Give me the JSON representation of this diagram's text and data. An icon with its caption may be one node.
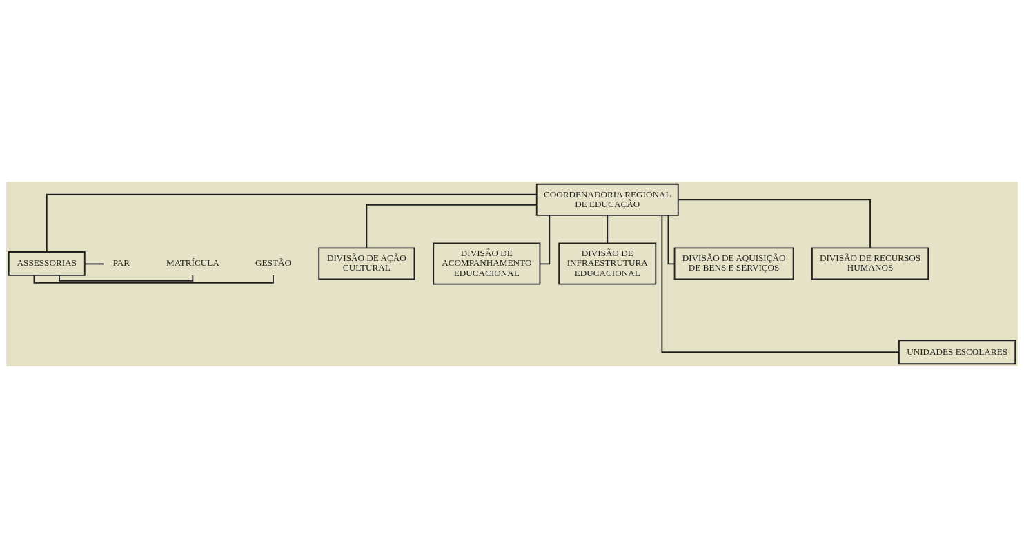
{
  "diagram": {
    "nodes": [
      {
        "text": [
          "COORDENADORIA REGIONAL DE EDUCAÇÃO"
        ]
      },
      {
        "text": [
          "ASSESSORIAS"
        ]
      },
      {
        "text": [
          "GESTÃO"
        ]
      },
      {
        "text": [
          "MATRÍCULA"
        ]
      },
      {
        "text": [
          "PAR"
        ]
      },
      {
        "text": [
          "DIVISÃO DE AÇÃO CULTURAL"
        ]
      },
      {
        "text": [
          "DIVISÃO DE ACOMPANHAMENTO EDUCACIONAL"
        ]
      },
      {
        "text": [
          "DIVISÃO DE INFRAESTRUTURA EDUCACIONAL"
        ]
      },
      {
        "text": [
          "DIVISÃO DE AQUISIÇÃO DE BENS E SERVIÇOS"
        ]
      },
      {
        "text": [
          "DIVISÃO DE RECURSOS HUMANOS"
        ]
      },
      {
        "text": [
          "UNIDADES ESCOLARES"
        ]
      }
    ],
    "edges": [
      {
        "from": 0,
        "to": 1,
        "arrow": "none"
      },
      {
        "from": 1,
        "to": 2,
        "arrow": "none"
      },
      {
        "from": 1,
        "to": 3,
        "arrow": "none"
      },
      {
        "from": 1,
        "to": 4,
        "arrow": "none"
      },
      {
        "from": 0,
        "to": 5,
        "arrow": "none"
      },
      {
        "from": 0,
        "to": 6,
        "arrow": "none"
      },
      {
        "from": 0,
        "to": 7,
        "arrow": "none"
      },
      {
        "from": 0,
        "to": 8,
        "arrow": "none"
      },
      {
        "from": 0,
        "to": 9,
        "arrow": "none"
      },
      {
        "from": 0,
        "to": 10,
        "arrow": "none"
      }
    ]
  }
}
